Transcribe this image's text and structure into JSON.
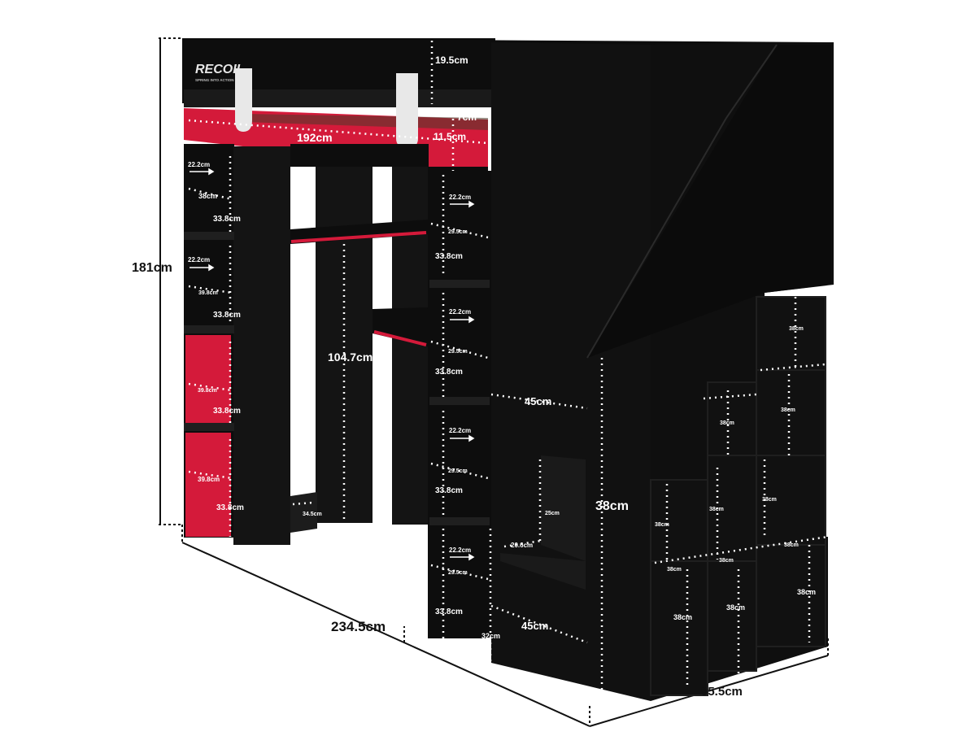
{
  "brand": {
    "logo_text": "RECOIL",
    "logo_tagline": "SPRING INTO ACTION"
  },
  "colors": {
    "frame": "#0d0d0d",
    "frame_side": "#151515",
    "accent_red": "#d41a3a",
    "rail_white": "#e8e8e8",
    "guide_dot": "#ffffff",
    "outer_line": "#111111"
  },
  "dimensions": {
    "total_height": "181cm",
    "total_length": "234.5cm",
    "total_depth": "95.5cm",
    "bed_length": "192cm",
    "top_rail_height": "19.5cm",
    "rail_gap": "7cm",
    "red_rail_height": "11.5cm",
    "cell_width": "22.2cm",
    "cell_depth_1": "38cm",
    "cell_height": "33.8cm",
    "cell_depth_2": "39.8cm",
    "drawer_depth": "39.8cm",
    "wardrobe_height": "104.7cm",
    "wardrobe_base": "34.5cm",
    "shelf_depth": "29.5cm",
    "stair_depth": "45cm",
    "stair_height": "38cm",
    "step_height": "25cm",
    "step_depth": "20.6cm",
    "base_height": "32cm",
    "cube_size": "38cm"
  },
  "icons": {
    "width_arrow": "arrow-right-icon"
  }
}
